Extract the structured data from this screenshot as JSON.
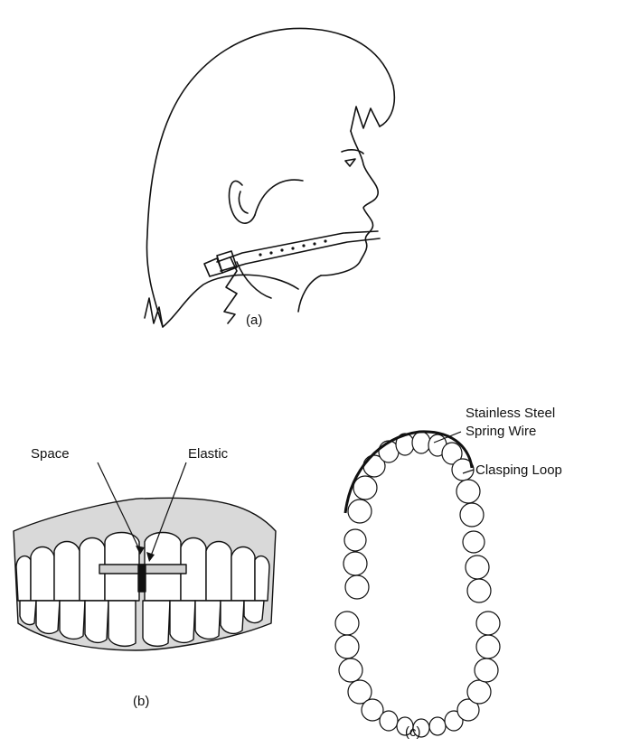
{
  "panels": {
    "a": {
      "caption": "(a)"
    },
    "b": {
      "caption": "(b)",
      "labels": {
        "space": "Space",
        "elastic": "Elastic"
      }
    },
    "c": {
      "caption": "(c)",
      "labels": {
        "wire_line1": "Stainless Steel",
        "wire_line2": "Spring Wire",
        "loop": "Clasping Loop"
      }
    }
  },
  "colors": {
    "ink": "#111111",
    "gum": "#d9d9d9",
    "tooth": "#ffffff",
    "band": "#d0d0d0"
  }
}
